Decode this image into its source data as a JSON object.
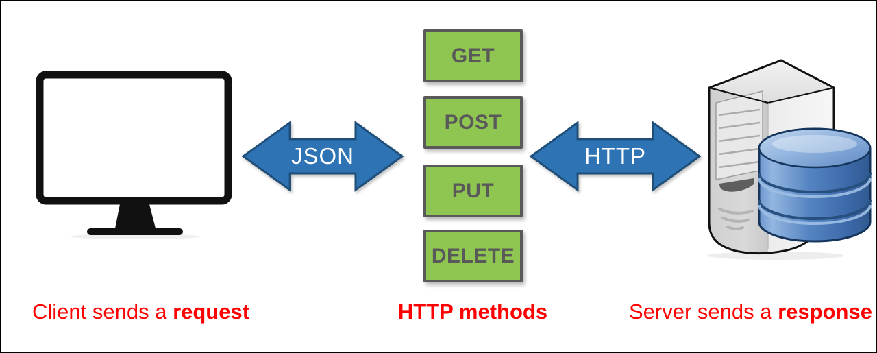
{
  "diagram": {
    "client": {
      "icon": "monitor-icon",
      "caption_prefix": "Client sends a ",
      "caption_bold": "request"
    },
    "methods_caption": "HTTP methods",
    "methods": [
      "GET",
      "POST",
      "PUT",
      "DELETE"
    ],
    "server": {
      "icon": "server-database-icon",
      "caption_prefix": "Server sends a ",
      "caption_bold": "response"
    },
    "arrows": {
      "json": "JSON",
      "http": "HTTP"
    },
    "colors": {
      "method_box_fill": "#8FC652",
      "method_box_border": "#595959",
      "method_text": "#595959",
      "arrow_fill": "#2E74B5",
      "arrow_border": "#1F4E79",
      "arrow_label_color": "#FFFFFF",
      "caption_color": "#FF0000"
    }
  }
}
